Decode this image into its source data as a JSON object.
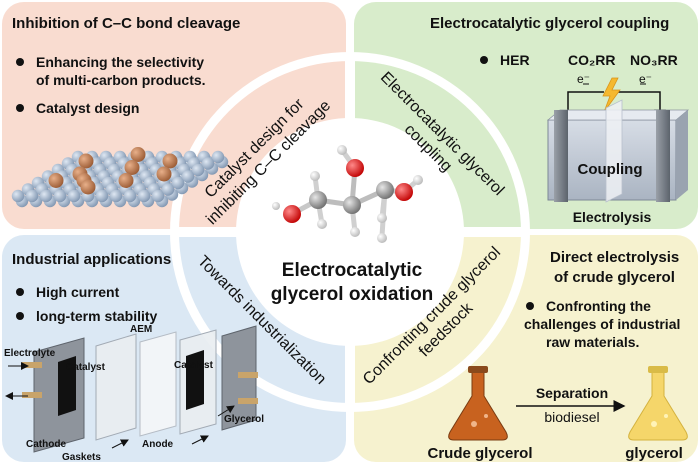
{
  "quadrants": {
    "top_left": {
      "title": "Inhibition of C–C bond cleavage",
      "bullets": [
        "Enhancing the selectivity",
        "of multi-carbon products.",
        "Catalyst design"
      ]
    },
    "top_right": {
      "title": "Electrocatalytic glycerol coupling",
      "bullet": "HER",
      "labels": {
        "co2rr": "CO₂RR",
        "no3rr": "NO₃RR",
        "electron_left": "e⁻",
        "electron_right": "e⁻"
      },
      "cell_label": "Coupling",
      "caption": "Electrolysis"
    },
    "bottom_left": {
      "title": "Industrial applications",
      "bullets": [
        "High current",
        "long-term stability"
      ],
      "device_labels": {
        "electrolyte": "Electrolyte",
        "catalyst_left": "Catalyst",
        "aem": "AEM",
        "catalyst_right": "Catalyst",
        "glycerol": "Glycerol",
        "cathode": "Cathode",
        "gaskets": "Gaskets",
        "anode": "Anode"
      }
    },
    "bottom_right": {
      "title_lines": [
        "Direct electrolysis",
        "of crude glycerol"
      ],
      "bullet_lines": [
        "Confronting the",
        "challenges of industrial",
        "raw materials."
      ],
      "arrow_top": "Separation",
      "arrow_bottom": "biodiesel",
      "left_caption": "Crude glycerol",
      "right_caption": "glycerol"
    }
  },
  "ring": {
    "top_left_lines": [
      "Catalyst design for",
      "inhibiting C–C cleavage"
    ],
    "top_right_lines": [
      "Electrocatalytic glycerol",
      "coupling"
    ],
    "bottom_left": "Towards industrialization",
    "bottom_right_lines": [
      "Confronting crude glycerol",
      "feedstock"
    ]
  },
  "center": {
    "title_lines": [
      "Electrocatalytic",
      "glycerol oxidation"
    ]
  },
  "colors": {
    "top_left_bg": "#f9dcd0",
    "top_right_bg": "#d8eccb",
    "bottom_left_bg": "#dbe8f4",
    "bottom_right_bg": "#f6f2cf",
    "flask_dark": "#c8621f",
    "flask_light": "#f5d66a",
    "coupling_text": "#2f4f8a"
  }
}
